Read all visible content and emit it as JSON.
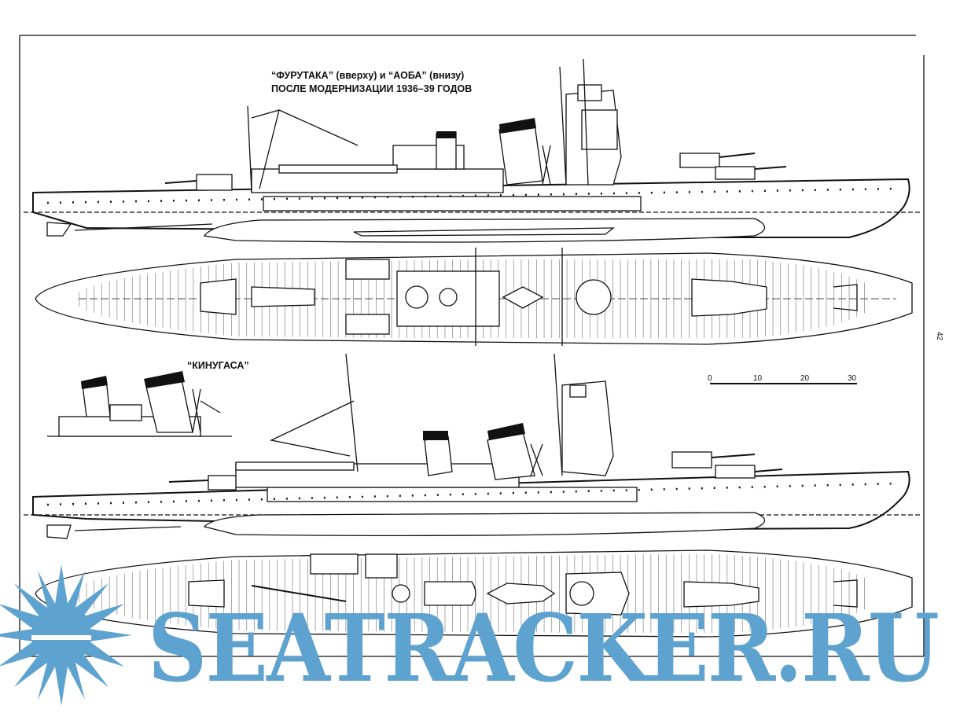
{
  "drawing": {
    "title_line1": "“ФУРУТАКА” (вверху) и “АОБА” (внизу)",
    "title_line2": "ПОСЛЕ МОДЕРНИЗАЦИИ 1936–39 ГОДОВ",
    "inset_label": "“КИНУГАСА”",
    "page_number": "42",
    "scale_bar": {
      "ticks": [
        "0",
        "10",
        "20",
        "30"
      ]
    }
  },
  "watermark": {
    "text": "SEATRACKER.RU",
    "color": "#5ea3cf"
  }
}
